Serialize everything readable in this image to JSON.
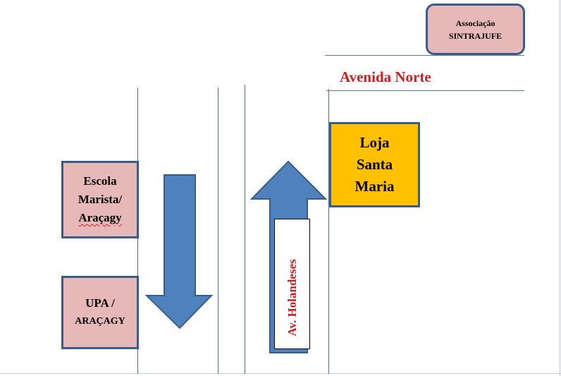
{
  "labels": {
    "associacao": [
      "Associação",
      "SINTRAJUFE"
    ],
    "avenida_norte": "Avenida Norte",
    "loja": [
      "Loja",
      "Santa",
      "Maria"
    ],
    "escola": [
      "Escola",
      "Marista/",
      "Araçagy"
    ],
    "upa": [
      "UPA /",
      "ARAÇAGY"
    ],
    "av_holandeses": "Av. Holandeses"
  },
  "colors": {
    "arrow_fill": "#4f81bd",
    "arrow_stroke": "#385d8a",
    "pink_box": "#e6b8b7",
    "yellow_box": "#ffc000",
    "street_text": "#cc1f1f"
  },
  "arrows": [
    {
      "id": "southbound",
      "direction": "down"
    },
    {
      "id": "northbound",
      "direction": "up"
    }
  ]
}
